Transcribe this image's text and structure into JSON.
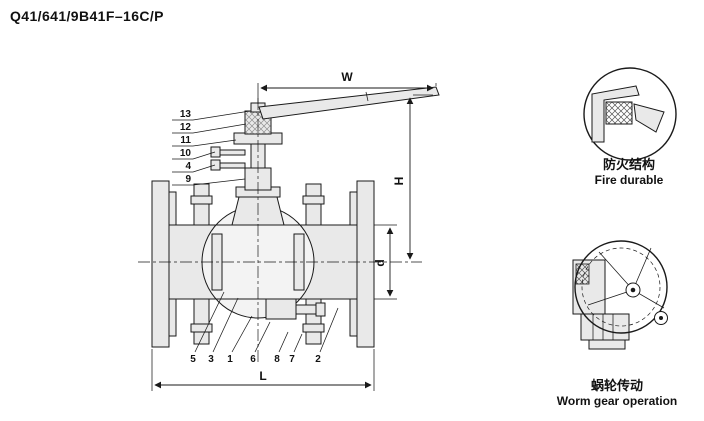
{
  "page": {
    "title": "Q41/641/9B41F–16C/P"
  },
  "colors": {
    "ink": "#1a1a1a",
    "metal_fill": "#e9e9e9",
    "background": "#ffffff"
  },
  "dimensions": {
    "w": "W",
    "h": "H",
    "d": "d",
    "l": "L"
  },
  "callouts": {
    "top": [
      "13",
      "12",
      "11",
      "10",
      "4",
      "9"
    ],
    "bottom": [
      "5",
      "3",
      "1",
      "6",
      "8",
      "7",
      "2"
    ]
  },
  "details": {
    "fire": {
      "zh": "防火结构",
      "en": "Fire durable"
    },
    "worm": {
      "zh": "蜗轮传动",
      "en": "Worm gear operation"
    }
  }
}
